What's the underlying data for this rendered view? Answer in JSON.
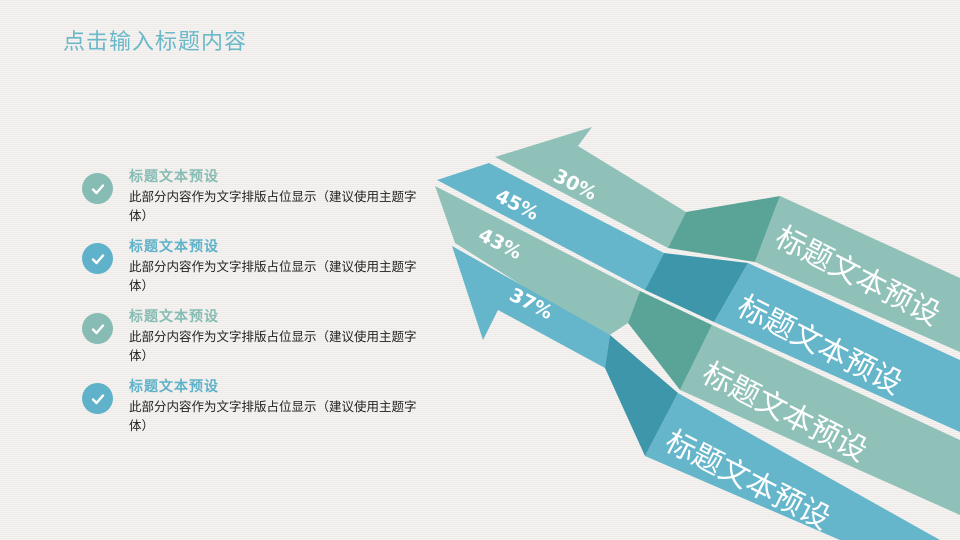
{
  "header": {
    "title": "点击输入标题内容"
  },
  "colors": {
    "mint": "#8fc1b8",
    "mint_dark": "#5aa497",
    "blue": "#65b5cb",
    "blue_dark": "#3d96aa",
    "title": "#6bb8c9",
    "background": "#f1eeec"
  },
  "list": {
    "items": [
      {
        "icon": "check-icon",
        "color": "#86bcb3",
        "title": "标题文本预设",
        "body": "此部分内容作为文字排版占位显示（建议使用主题字体）"
      },
      {
        "icon": "check-icon",
        "color": "#5fb2c9",
        "title": "标题文本预设",
        "body": "此部分内容作为文字排版占位显示（建议使用主题字体）"
      },
      {
        "icon": "check-icon",
        "color": "#86bcb3",
        "title": "标题文本预设",
        "body": "此部分内容作为文字排版占位显示（建议使用主题字体）"
      },
      {
        "icon": "check-icon",
        "color": "#5fb2c9",
        "title": "标题文本预设",
        "body": "此部分内容作为文字排版占位显示（建议使用主题字体）"
      }
    ]
  },
  "arrows": [
    {
      "percent": "30%",
      "label": "标题文本预设",
      "color": "mint"
    },
    {
      "percent": "45%",
      "label": "标题文本预设",
      "color": "blue"
    },
    {
      "percent": "43%",
      "label": "标题文本预设",
      "color": "mint"
    },
    {
      "percent": "37%",
      "label": "标题文本预设",
      "color": "blue"
    }
  ]
}
